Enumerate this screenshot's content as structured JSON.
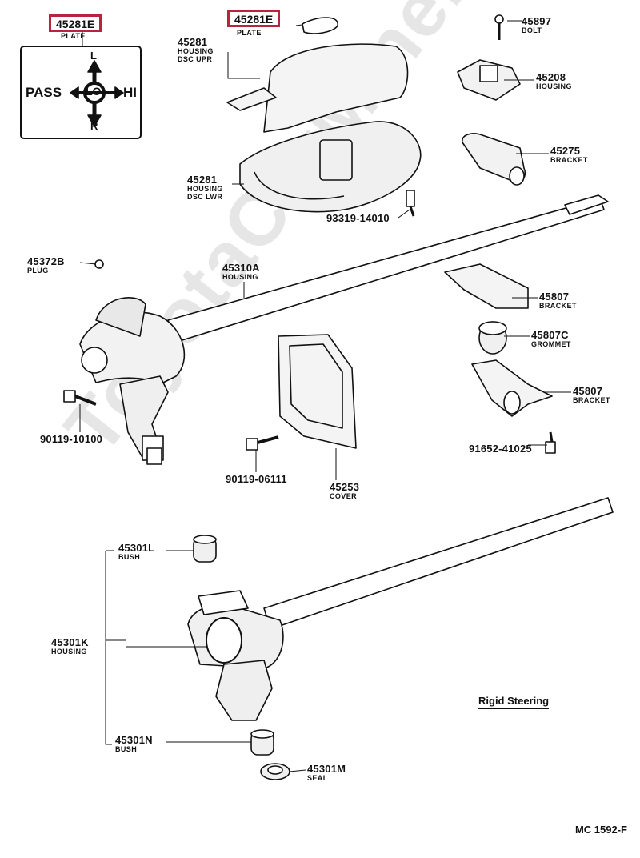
{
  "watermark": "ToyotaCarMine.ru",
  "plate_inset": {
    "pass": "PASS",
    "lo": "LO",
    "hi": "HI",
    "l": "L",
    "r": "R"
  },
  "callouts": [
    {
      "id": "45281E",
      "sub": "PLATE"
    },
    {
      "id": "45281E",
      "sub": "PLATE"
    }
  ],
  "parts": [
    {
      "num": "45281",
      "sub": "HOUSING",
      "sub2": "DSC UPR"
    },
    {
      "num": "45281",
      "sub": "HOUSING",
      "sub2": "DSC LWR"
    },
    {
      "num": "45897",
      "sub": "BOLT"
    },
    {
      "num": "45208",
      "sub": "HOUSING"
    },
    {
      "num": "45275",
      "sub": "BRACKET"
    },
    {
      "num": "93319-14010"
    },
    {
      "num": "45372B",
      "sub": "PLUG"
    },
    {
      "num": "45310A",
      "sub": "HOUSING"
    },
    {
      "num": "45807",
      "sub": "BRACKET"
    },
    {
      "num": "45807C",
      "sub": "GROMMET"
    },
    {
      "num": "45807",
      "sub": "BRACKET"
    },
    {
      "num": "91652-41025"
    },
    {
      "num": "90119-10100"
    },
    {
      "num": "90119-06111"
    },
    {
      "num": "45253",
      "sub": "COVER"
    },
    {
      "num": "45301L",
      "sub": "BUSH"
    },
    {
      "num": "45301K",
      "sub": "HOUSING"
    },
    {
      "num": "45301N",
      "sub": "BUSH"
    },
    {
      "num": "45301M",
      "sub": "SEAL"
    }
  ],
  "variant_label": "Rigid Steering",
  "footer_code": "MC 1592-F"
}
